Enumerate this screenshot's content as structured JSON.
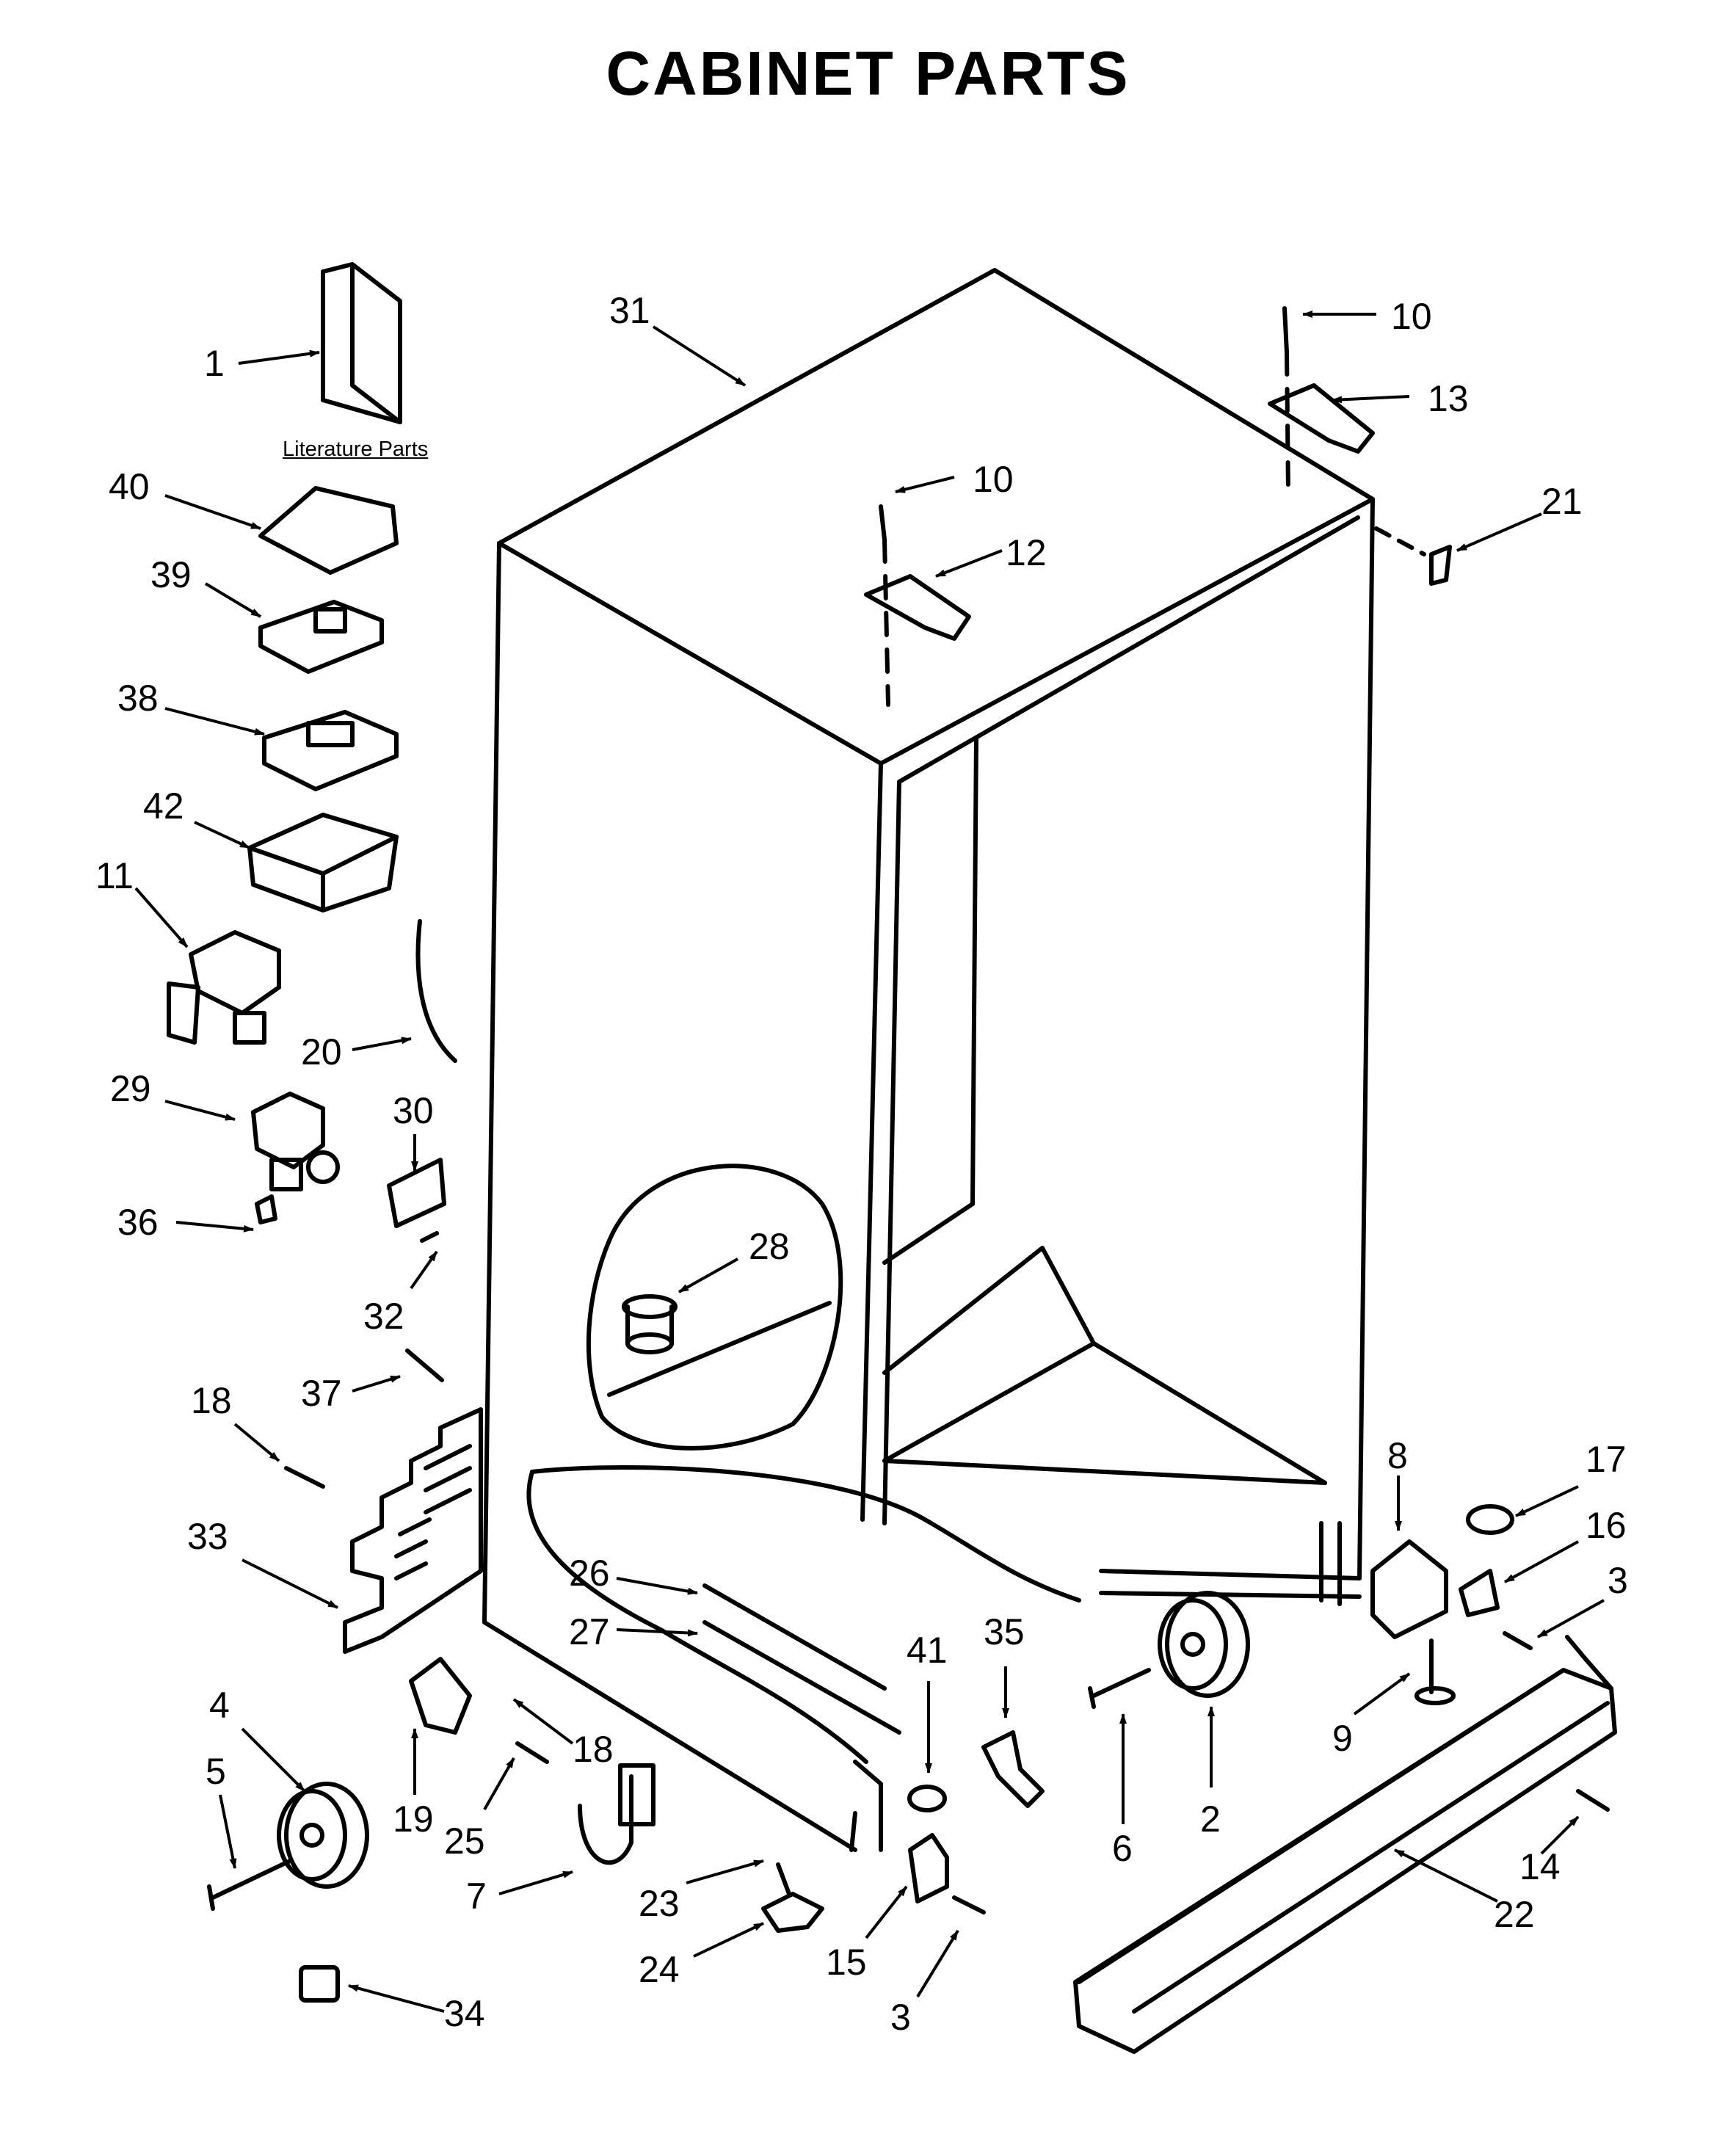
{
  "title": "CABINET PARTS",
  "literature_label": "Literature Parts",
  "callouts": {
    "c1": "1",
    "c40": "40",
    "c39": "39",
    "c38": "38",
    "c42": "42",
    "c11": "11",
    "c20": "20",
    "c29": "29",
    "c30": "30",
    "c36": "36",
    "c32": "32",
    "c37": "37",
    "c18a": "18",
    "c33": "33",
    "c4": "4",
    "c5": "5",
    "c19": "19",
    "c18b": "18",
    "c25": "25",
    "c7": "7",
    "c34": "34",
    "c23": "23",
    "c24": "24",
    "c15": "15",
    "c3a": "3",
    "c41": "41",
    "c35": "35",
    "c26": "26",
    "c27": "27",
    "c28": "28",
    "c31": "31",
    "c10a": "10",
    "c12": "12",
    "c10b": "10",
    "c13": "13",
    "c21": "21",
    "c8": "8",
    "c17": "17",
    "c16": "16",
    "c3b": "3",
    "c9": "9",
    "c2": "2",
    "c6": "6",
    "c14": "14",
    "c22": "22"
  }
}
